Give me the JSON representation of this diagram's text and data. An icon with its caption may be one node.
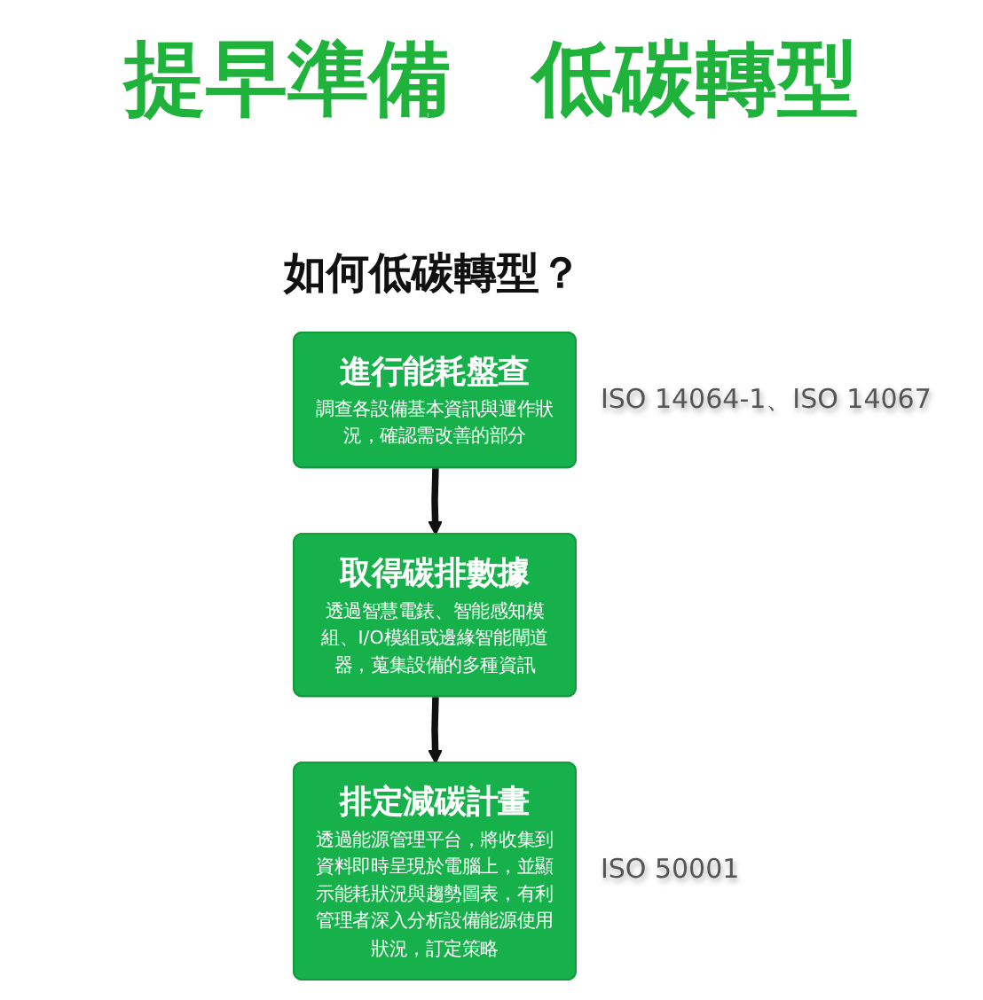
{
  "diagram": {
    "title": "提早準備　低碳轉型",
    "nodes": [
      {
        "text": [
          "進行能耗盤查",
          "調查各設備基本資訊與運作狀況，確認需改善的部分"
        ],
        "beside": [
          "ISO 14064-1、ISO 14067"
        ]
      },
      {
        "text": [
          "取得碳排數據",
          "透過智慧電錶、智能感知模組、I/O模組或邊緣智能閘道器，蒐集設備的多種資訊"
        ]
      },
      {
        "text": [
          "排定減碳計畫",
          "透過能源管理平台，將收集到資料即時呈現於電腦上，並顯示能耗狀況與趨勢圖表，有利管理者深入分析設備能源使用狀況，訂定策略"
        ],
        "beside": [
          "ISO 50001"
        ]
      }
    ],
    "edges": [
      {
        "from": 0,
        "to": 1,
        "arrow": "to"
      },
      {
        "from": 1,
        "to": 2,
        "arrow": "to"
      }
    ],
    "labels": [
      "如何低碳轉型？"
    ]
  }
}
